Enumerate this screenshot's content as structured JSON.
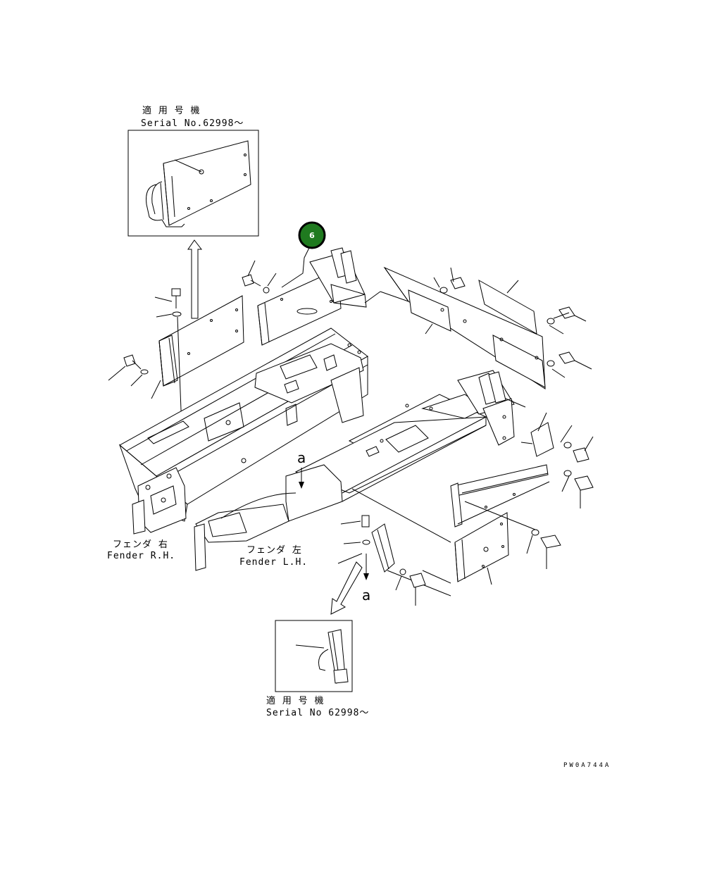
{
  "top_inset": {
    "serial_jp": "適 用 号 機",
    "serial_en": "Serial No.62998～"
  },
  "bottom_inset": {
    "serial_jp": "適 用 号 機",
    "serial_en": "Serial No 62998～"
  },
  "fender_rh": {
    "jp": "フェンダ 右",
    "en": "Fender R.H."
  },
  "fender_lh": {
    "jp": "フェンダ 左",
    "en": "Fender L.H."
  },
  "view_marks": {
    "upper": "a",
    "lower": "a"
  },
  "callout": {
    "number": "6",
    "color": "#1f7a1f"
  },
  "drawing_code": "PW0A744A"
}
